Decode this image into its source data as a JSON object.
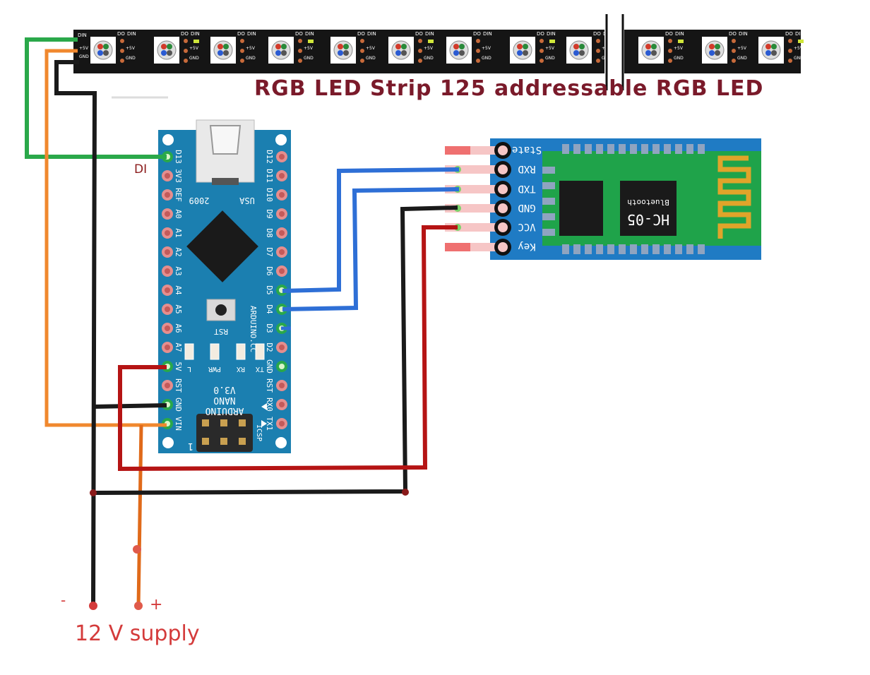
{
  "strip": {
    "title": "RGB LED Strip 125 addressable RGB LED",
    "pin_din": "DIN",
    "pin_5v": "+5V",
    "pin_gnd": "GND",
    "pin_do": "DO"
  },
  "wiring": {
    "di_label": "DI",
    "minus": "-",
    "plus": "+",
    "supply": "12 V supply"
  },
  "nano": {
    "left_pins": [
      "D13",
      "3V3",
      "REF",
      "A0",
      "A1",
      "A2",
      "A3",
      "A4",
      "A5",
      "A6",
      "A7",
      "5V",
      "RST",
      "GND",
      "VIN"
    ],
    "right_pins": [
      "D12",
      "D11",
      "D10",
      "D9",
      "D8",
      "D7",
      "D6",
      "D5",
      "D4",
      "D3",
      "D2",
      "GND",
      "RST",
      "RX0",
      "TX1"
    ],
    "usa": "USA",
    "year": "2009",
    "rst": "RST",
    "site": "ARDUINO.CC",
    "led_labels": [
      "L",
      "PWR",
      "RX",
      "TX"
    ],
    "version": "V3.0",
    "name1": "NANO",
    "name2": "ARDUINO",
    "icsp": "ICSP",
    "icsp_pin1": "1"
  },
  "hc05": {
    "pins": [
      "State",
      "RXD",
      "TXD",
      "GND",
      "VCC",
      "Key"
    ],
    "model": "HC-05",
    "brand": "Bluetooth"
  },
  "colors": {
    "wire_green": "#2aa84a",
    "wire_orange": "#f0882e",
    "wire_black": "#1a1a1a",
    "wire_red": "#b51414",
    "wire_blue": "#2e6fd6",
    "nano_board": "#1b7fb0",
    "hc05_board": "#1f7bc4",
    "hc05_pcb": "#1fa34a",
    "antenna": "#e0a42a"
  }
}
